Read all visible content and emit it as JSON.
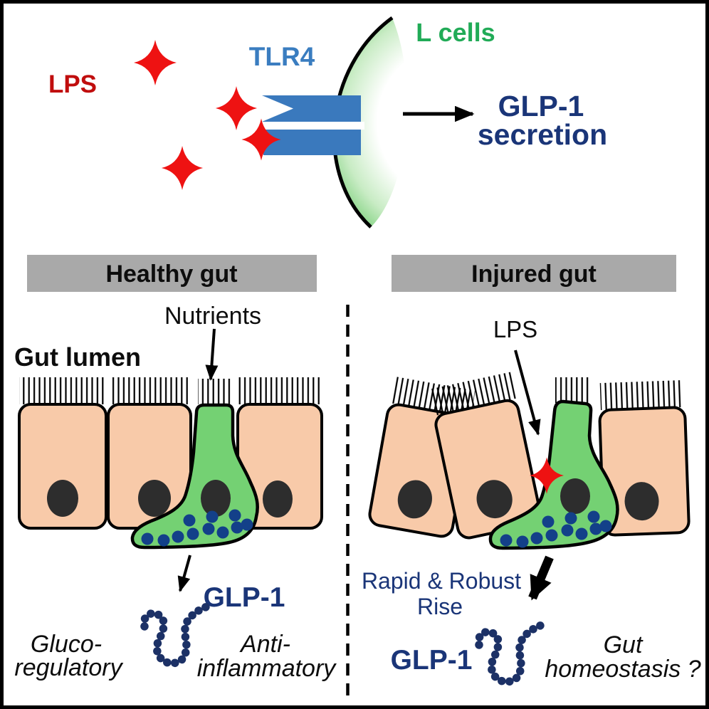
{
  "top_panel": {
    "lps_label": "LPS",
    "tlr4_label": "TLR4",
    "l_cells_label": "L cells",
    "outcome_line1": "GLP-1",
    "outcome_line2": "secretion"
  },
  "healthy_panel": {
    "header": "Healthy gut",
    "nutrients_label": "Nutrients",
    "gut_lumen_label": "Gut lumen",
    "glp1_label": "GLP-1",
    "benefit_left_line1": "Gluco-",
    "benefit_left_line2": "regulatory",
    "benefit_right_line1": "Anti-",
    "benefit_right_line2": "inflammatory"
  },
  "injured_panel": {
    "header": "Injured gut",
    "lps_label": "LPS",
    "rise_line1": "Rapid & Robust",
    "rise_line2": "Rise",
    "glp1_label": "GLP-1",
    "outcome_line1": "Gut",
    "outcome_line2": "homeostasis ?"
  },
  "colors": {
    "lps_text_red": "#c00d0d",
    "star_red": "#ee1212",
    "receptor_blue": "#3a79bd",
    "tlr4_text_blue": "#3a7dc0",
    "navy_text": "#1a3578",
    "l_cells_green_text": "#21ab57",
    "l_cell_fill": "#74d173",
    "epithelial_peach": "#f8caa9",
    "nucleus_dark": "#2d2d2d",
    "vesicle_navy": "#134089",
    "peptide_navy": "#1c3166",
    "header_gray": "#a9a9a9"
  }
}
